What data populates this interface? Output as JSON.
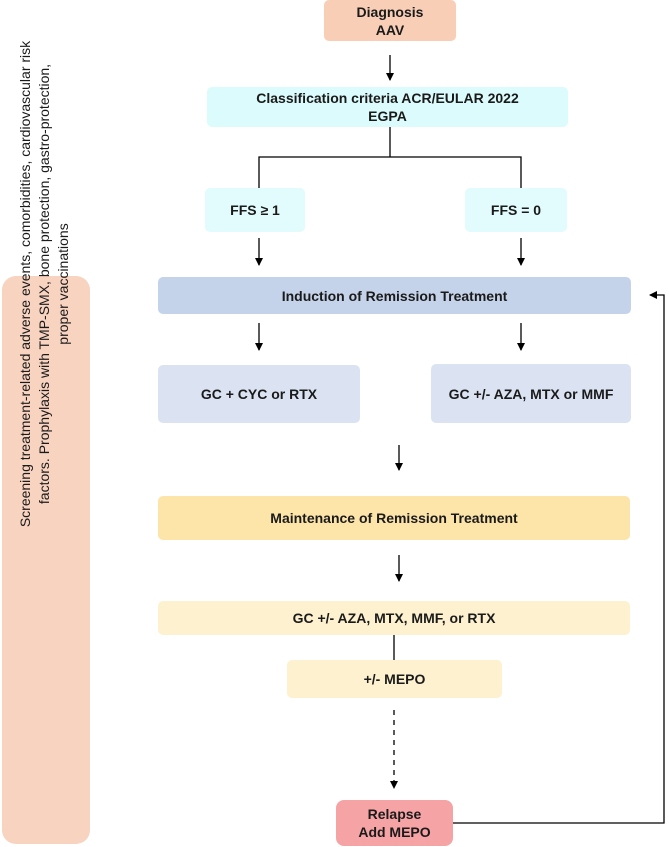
{
  "colors": {
    "diagnosis_bg": "#f8ceb7",
    "classification_bg": "#dcfbfc",
    "ffs_bg": "#e2fbfc",
    "induction_bg": "#c5d3ea",
    "treatment_option_bg": "#dbe3f3",
    "maintenance_bg": "#fde4a9",
    "maintenance_option_bg": "#fdf1d0",
    "relapse_bg": "#f5a3a4",
    "side_panel_bg": "#f7d3c0",
    "line": "#000000"
  },
  "diagnosis": {
    "line1": "Diagnosis",
    "line2": "AAV"
  },
  "classification": {
    "line1": "Classification criteria ACR/EULAR 2022",
    "line2": "EGPA"
  },
  "ffs_left": {
    "label": "FFS ≥ 1"
  },
  "ffs_right": {
    "label": "FFS = 0"
  },
  "induction": {
    "label": "Induction of Remission Treatment"
  },
  "induction_left": {
    "label": "GC + CYC or RTX"
  },
  "induction_right": {
    "label": "GC +/- AZA, MTX or MMF"
  },
  "maintenance": {
    "label": "Maintenance of Remission Treatment"
  },
  "maintenance_options": {
    "label": "GC +/- AZA, MTX, MMF, or RTX"
  },
  "mepo": {
    "label": "+/- MEPO"
  },
  "relapse": {
    "line1": "Relapse",
    "line2": "Add MEPO"
  },
  "side_panel": {
    "line1": "Screening treatment-related adverse events, comorbidities, cardiovascular risk",
    "line2": "factors. Prophylaxis with TMP-SMX, bone protection, gastro-protection,",
    "line3": "proper vaccinations"
  }
}
